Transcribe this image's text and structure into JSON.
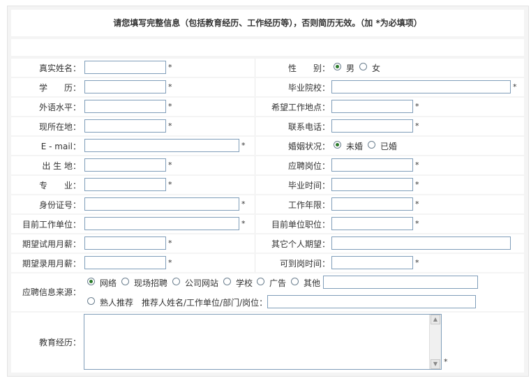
{
  "header": {
    "notice": "请您填写完整信息（包括教育经历、工作经历等），否则简历无效。（加 *为必填项）"
  },
  "required_mark": "*",
  "fields": {
    "real_name": {
      "label": "真实姓名：",
      "value": ""
    },
    "gender": {
      "label": "性　　别：",
      "options": [
        "男",
        "女"
      ],
      "selected": "男"
    },
    "education": {
      "label": "学　　历：",
      "value": ""
    },
    "school": {
      "label": "毕业院校：",
      "value": ""
    },
    "foreign_language": {
      "label": "外语水平：",
      "value": ""
    },
    "desired_location": {
      "label": "希望工作地点：",
      "value": ""
    },
    "current_location": {
      "label": "现所在地：",
      "value": ""
    },
    "phone": {
      "label": "联系电话：",
      "value": ""
    },
    "email": {
      "label": "E - mail：",
      "value": ""
    },
    "marital_status": {
      "label": "婚姻状况：",
      "options": [
        "未婚",
        "已婚"
      ],
      "selected": "未婚"
    },
    "birthplace": {
      "label": "出 生 地：",
      "value": ""
    },
    "position_applied": {
      "label": "应聘岗位：",
      "value": ""
    },
    "major": {
      "label": "专　　业：",
      "value": ""
    },
    "graduation_time": {
      "label": "毕业时间：",
      "value": ""
    },
    "id_number": {
      "label": "身份证号：",
      "value": ""
    },
    "work_years": {
      "label": "工作年限：",
      "value": ""
    },
    "current_employer": {
      "label": "目前工作单位：",
      "value": ""
    },
    "current_title": {
      "label": "目前单位职位：",
      "value": ""
    },
    "expected_probation_salary": {
      "label": "期望试用月薪：",
      "value": ""
    },
    "other_expectations": {
      "label": "其它个人期望：",
      "value": ""
    },
    "expected_hire_salary": {
      "label": "期望录用月薪：",
      "value": ""
    },
    "available_time": {
      "label": "可到岗时间：",
      "value": ""
    },
    "source": {
      "label": "应聘信息来源：",
      "options": [
        "网络",
        "现场招聘",
        "公司网站",
        "学校",
        "广告",
        "其他",
        "熟人推荐"
      ],
      "selected": "网络",
      "other_value": "",
      "referrer_label": "推荐人姓名/工作单位/部门/岗位：",
      "referrer_value": ""
    },
    "education_history": {
      "label": "教育经历：",
      "value": ""
    }
  }
}
